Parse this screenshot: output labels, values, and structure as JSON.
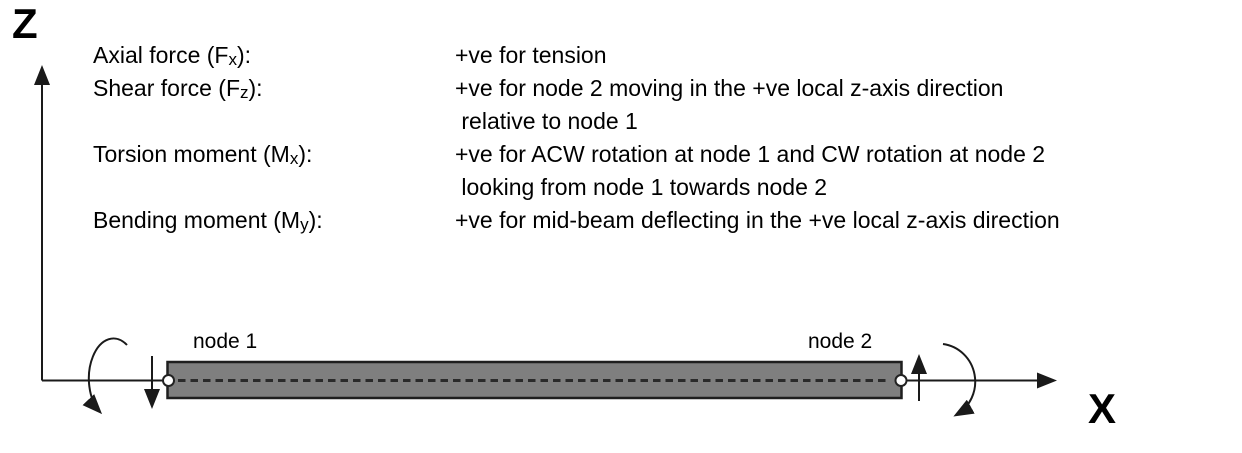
{
  "axes": {
    "z_label": "Z",
    "x_label": "X"
  },
  "legend": {
    "rows": [
      {
        "pre": "Axial force (F",
        "sub": "x",
        "post": "):",
        "desc": "+ve for tension"
      },
      {
        "pre": "Shear force (F",
        "sub": "z",
        "post": "):",
        "desc": "+ve for node 2 moving in the +ve local z-axis direction"
      },
      {
        "pre": "",
        "sub": "",
        "post": "",
        "desc": " relative to node 1"
      },
      {
        "pre": "Torsion moment (M",
        "sub": "x",
        "post": "):",
        "desc": "+ve for ACW rotation at node 1 and CW rotation at node 2"
      },
      {
        "pre": "",
        "sub": "",
        "post": "",
        "desc": " looking from node 1 towards node 2"
      },
      {
        "pre": "Bending moment (M",
        "sub": "y",
        "post": "):",
        "desc": "+ve for mid-beam deflecting in the +ve local z-axis direction"
      }
    ]
  },
  "diagram": {
    "node1_label": "node 1",
    "node2_label": "node 2",
    "colors": {
      "beam_fill": "#7f7f7f",
      "beam_border": "#1f1f1f",
      "line": "#1a1a1a",
      "centerline": "#2a2a2a",
      "node_fill": "#ffffff",
      "text": "#000000"
    }
  }
}
